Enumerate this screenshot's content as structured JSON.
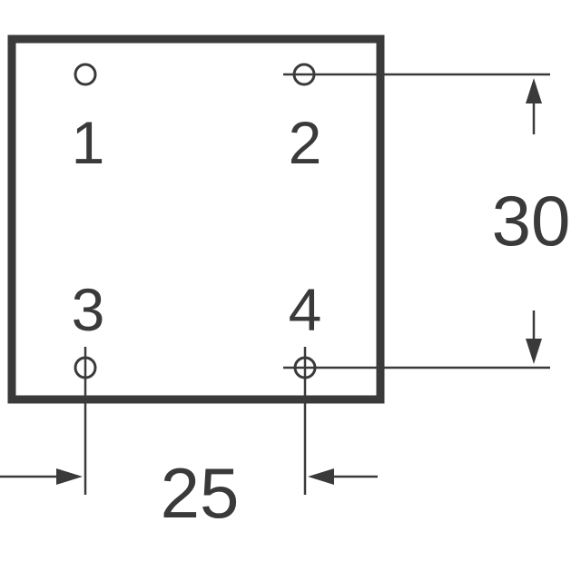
{
  "pins": [
    {
      "id": "pin-1",
      "label": "1"
    },
    {
      "id": "pin-2",
      "label": "2"
    },
    {
      "id": "pin-3",
      "label": "3"
    },
    {
      "id": "pin-4",
      "label": "4"
    }
  ],
  "dimensions": {
    "vertical": "30",
    "horizontal": "25"
  },
  "colors": {
    "stroke": "#3a3a3a",
    "background": "#ffffff"
  }
}
